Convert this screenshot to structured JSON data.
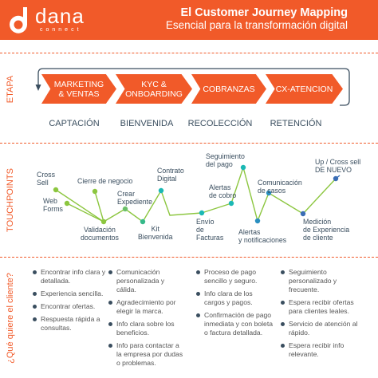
{
  "brand": {
    "name": "dana",
    "tagline": "connect"
  },
  "header": {
    "title": "El Customer Journey Mapping",
    "subtitle": "Esencial para la transformación digital"
  },
  "colors": {
    "accent": "#f15a29",
    "navy": "#3a4e5f",
    "green": "#8cc63f",
    "teal": "#1bb8b4",
    "blue": "#3a6db5",
    "text": "#555555"
  },
  "sections": {
    "etapa": "ETAPA",
    "touchpoints": "TOUCHPOINTS",
    "customer": "¿Qué quiere el cliente?"
  },
  "stages": [
    {
      "chevron": "MARKETING\n& VENTAS",
      "name": "CAPTACIÓN"
    },
    {
      "chevron": "KYC &\nONBOARDING",
      "name": "BIENVENIDA"
    },
    {
      "chevron": "COBRANZAS",
      "name": "RECOLECCIÓN"
    },
    {
      "chevron": "CX-ATENCION",
      "name": "RETENCIÓN"
    }
  ],
  "touchpoints": [
    {
      "label": "Cross\nSell"
    },
    {
      "label": "Web\nForms"
    },
    {
      "label": "Cierre de negocio"
    },
    {
      "label": "Validación\ndocumentos"
    },
    {
      "label": "Crear\nExpediente"
    },
    {
      "label": "Kit\nBienvenida"
    },
    {
      "label": "Contrato\nDigital"
    },
    {
      "label": "Envío\nde\nFacturas"
    },
    {
      "label": "Alertas\nde cobro"
    },
    {
      "label": "Seguimiento\ndel pago"
    },
    {
      "label": "Alertas\ny notificaciones"
    },
    {
      "label": "Comunicación\nde casos"
    },
    {
      "label": "Medición\nde Experiencia\nde cliente"
    },
    {
      "label": "Up / Cross sell\nDE NUEVO"
    }
  ],
  "customer_wants": [
    [
      "Encontrar info clara y detallada.",
      "Experiencia sencilla.",
      "Encontrar ofertas.",
      "Respuesta rápida a consultas."
    ],
    [
      "Comunicación personalizada y cálida.",
      "Agradecimiento por elegir la marca.",
      "Info clara sobre los beneficios.",
      "Info para contactar a la empresa por dudas o problemas."
    ],
    [
      "Proceso de pago sencillo y seguro.",
      "Info clara de los cargos y pagos.",
      "Confirmación de pago inmediata y con boleta o factura detallada."
    ],
    [
      "Seguimiento personalizado y frecuente.",
      "Espera recibir ofertas para clientes leales.",
      "Servicio de atención al rápido.",
      "Espera recibir info relevante."
    ]
  ]
}
